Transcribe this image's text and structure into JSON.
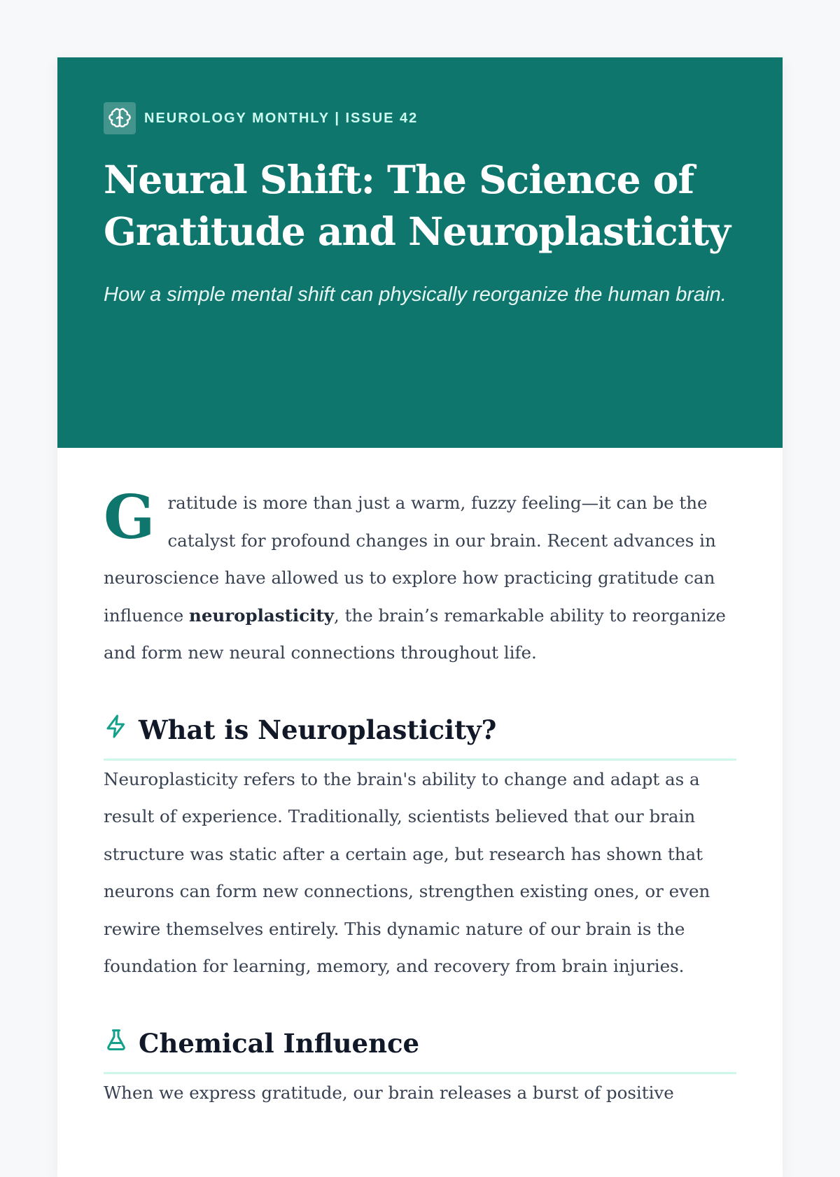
{
  "header": {
    "kicker": "NEUROLOGY MONTHLY | ISSUE 42",
    "title": "Neural Shift: The Science of Gratitude and Neuroplasticity",
    "subtitle": "How a simple mental shift can physically reorganize the human brain."
  },
  "intro": {
    "drop_cap": "G",
    "text_before": "ratitude is more than just a warm, fuzzy feeling—it can be the catalyst for profound changes in our brain. Recent advances in neuroscience have allowed us to explore how practicing gratitude can influence ",
    "bold": "neuroplasticity",
    "text_after": ", the brain’s remarkable ability to reorganize and form new neural connections throughout life."
  },
  "sections": [
    {
      "icon": "lightning-icon",
      "heading": "What is Neuroplasticity?",
      "text": "Neuroplasticity refers to the brain's ability to change and adapt as a result of experience. Traditionally, scientists believed that our brain structure was static after a certain age, but research has shown that neurons can form new connections, strengthen existing ones, or even rewire themselves entirely. This dynamic nature of our brain is the foundation for learning, memory, and recovery from brain injuries."
    },
    {
      "icon": "flask-icon",
      "heading": "Chemical Influence",
      "text": "When we express gratitude, our brain releases a burst of positive"
    }
  ],
  "colors": {
    "accent": "#0f766e",
    "rule": "#ccf7ea"
  }
}
